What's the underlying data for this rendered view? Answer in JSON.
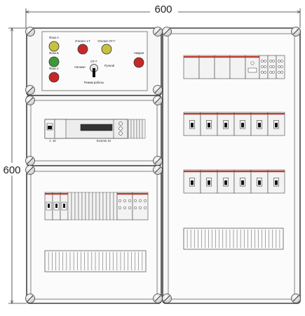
{
  "dimensions": {
    "width": "600",
    "height": "600"
  },
  "control_panel": {
    "lamp_labels": {
      "phase_a": "Фаза А",
      "phase_b": "Фаза Б",
      "phase_c": "Фаза С",
      "off_1": "Отключ 1-Г",
      "off_2": "Отключ ОТ-Г",
      "alarm": "Авария"
    },
    "switch_labels": {
      "top": "ОТ-Г",
      "left": "Автомат",
      "right": "Ручной",
      "bottom": "Режим работы"
    },
    "lamp_colors": {
      "phase_a": "#c8c040",
      "phase_b": "#3a9a3a",
      "phase_c": "#c62828",
      "off_1": "#c62828",
      "off_2": "#c8c040",
      "alarm": "#c62828"
    }
  },
  "controller": {
    "left_label": "1 ·10",
    "right_label": "Ecomm 10"
  },
  "colors": {
    "breaker_stripe": "#c0392b",
    "housing": "#f4f4f4",
    "outline": "#444444"
  }
}
